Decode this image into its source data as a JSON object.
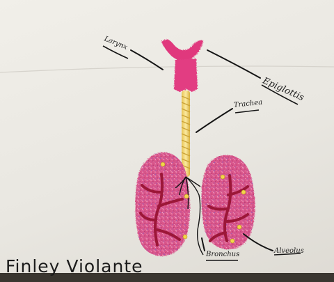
{
  "labels": {
    "larynx": "Larynx",
    "epiglottis": "Epiglottis",
    "trachea": "Trachea",
    "bronchus": "Bronchus",
    "alveolus": "Alveolus"
  },
  "student_name": "Finley Violante",
  "colors": {
    "board": "#eeece6",
    "larynx_pink": "#e0377d",
    "lung_pink": "#d94f86",
    "vessel_red": "#9c1738",
    "trachea_yellow": "#f2dc6e",
    "pin_yellow": "#f3d64a",
    "ink": "#151515"
  }
}
